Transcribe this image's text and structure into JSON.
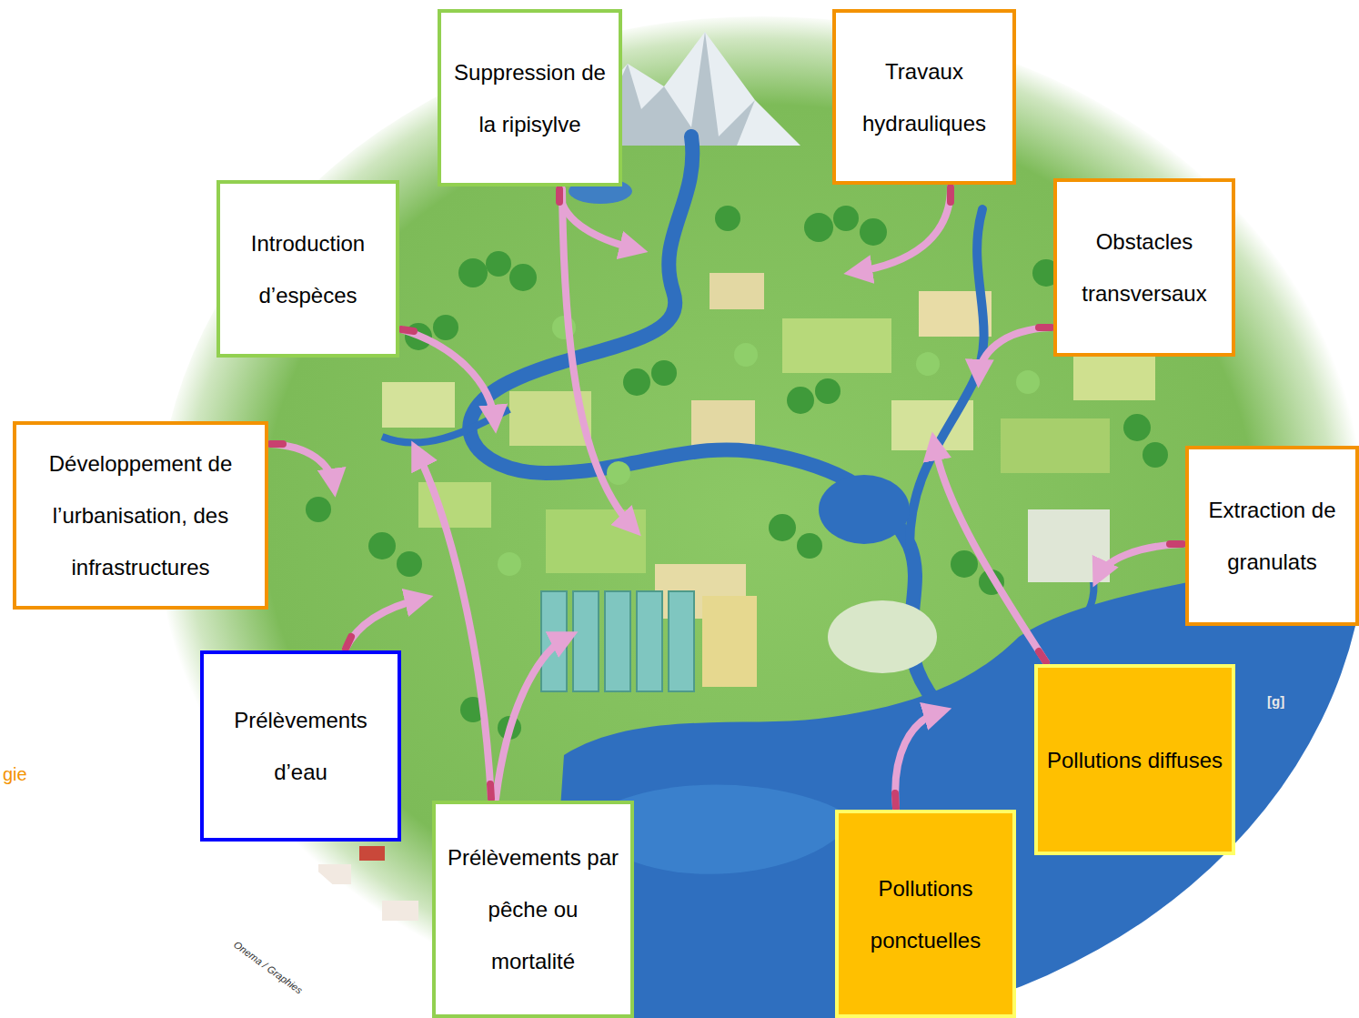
{
  "diagram": {
    "nodes": [
      {
        "text": [
          "Suppression de la ripisylve"
        ]
      },
      {
        "text": [
          "Travaux hydrauliques"
        ]
      },
      {
        "text": [
          "Introduction d’espèces"
        ]
      },
      {
        "text": [
          "Obstacles transversaux"
        ]
      },
      {
        "text": [
          "Développement de l’urbanisation, des infrastructures"
        ]
      },
      {
        "text": [
          "Extraction de granulats"
        ]
      },
      {
        "text": [
          "Prélèvements d’eau"
        ]
      },
      {
        "text": [
          "Pollutions diffuses"
        ]
      },
      {
        "text": [
          "Prélèvements par pêche ou mortalité"
        ]
      },
      {
        "text": [
          "Pollutions ponctuelles"
        ]
      }
    ],
    "labels": [
      "[g]",
      "Onema / Graphies",
      "gie"
    ]
  }
}
